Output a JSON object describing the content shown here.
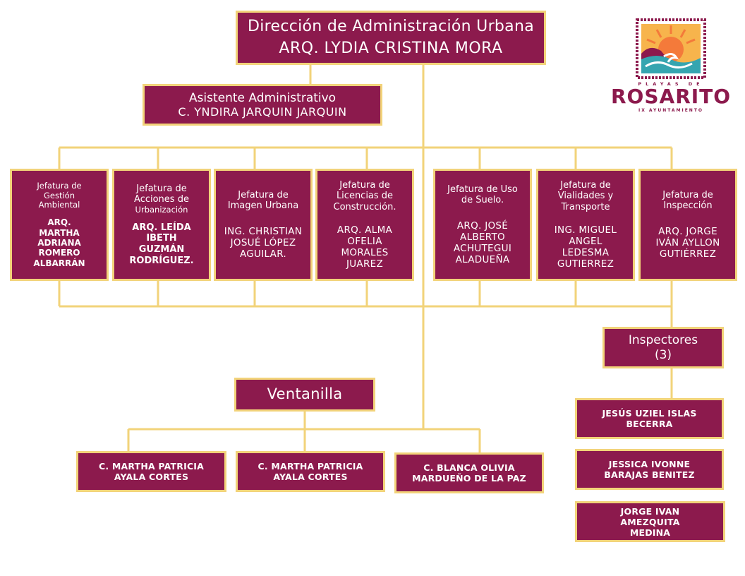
{
  "director": {
    "title": "Dirección de Administración Urbana",
    "name": "ARQ. LYDIA CRISTINA MORA"
  },
  "assistant": {
    "title": "Asistente Administrativo",
    "name": "C. YNDIRA JARQUIN JARQUIN"
  },
  "departments": [
    {
      "title": [
        "Jefatura de",
        "Gestión",
        "Ambiental"
      ],
      "name": [
        "ARQ.",
        "MARTHA",
        "ADRIANA",
        "ROMERO",
        "ALBARRÁN"
      ]
    },
    {
      "title": [
        "Jefatura de",
        "Acciones de",
        "Urbanización"
      ],
      "name": [
        "ARQ. LEÍDA",
        "IBETH",
        "GUZMÁN",
        "RODRÍGUEZ."
      ]
    },
    {
      "title": [
        "Jefatura de",
        "Imagen Urbana"
      ],
      "name": [
        "ING. CHRISTIAN",
        "JOSUÉ LÓPEZ",
        "AGUILAR."
      ]
    },
    {
      "title": [
        "Jefatura de",
        "Licencias de",
        "Construcción."
      ],
      "name": [
        "ARQ. ALMA",
        "OFELIA",
        "MORALES",
        "JUAREZ"
      ]
    },
    {
      "title": [
        "Jefatura de Uso",
        "de Suelo."
      ],
      "name": [
        "ARQ. JOSÉ",
        "ALBERTO",
        "ACHUTEGUI",
        "ALADUEÑA"
      ]
    },
    {
      "title": [
        "Jefatura de",
        "Vialidades y",
        "Transporte"
      ],
      "name": [
        "ING. MIGUEL",
        "ANGEL",
        "LEDESMA",
        "GUTIERREZ"
      ]
    },
    {
      "title": [
        "Jefatura de",
        "Inspección"
      ],
      "name": [
        "ARQ. JORGE",
        "IVÁN  AYLLON",
        "GUTIÉRREZ"
      ]
    }
  ],
  "inspectors": {
    "title": "Inspectores",
    "count": "(3)",
    "members": [
      [
        "JESÚS UZIEL ISLAS",
        "BECERRA"
      ],
      [
        "JESSICA IVONNE",
        "BARAJAS BENITEZ"
      ],
      [
        "JORGE IVAN",
        "AMEZQUITA",
        "MEDINA"
      ]
    ]
  },
  "ventanilla": {
    "title": "Ventanilla",
    "members": [
      [
        "C. MARTHA PATRICIA",
        "AYALA CORTES"
      ],
      [
        "C. MARTHA PATRICIA",
        "AYALA CORTES"
      ],
      [
        "C. BLANCA OLIVIA",
        "MARDUEÑO  DE LA PAZ"
      ]
    ]
  },
  "logo": {
    "top": "PLAYAS DE",
    "main": "ROSARITO",
    "sub": "IX AYUNTAMIENTO"
  },
  "colors": {
    "box": "#8c1a4d",
    "border": "#f2d37a",
    "line": "#f2d37a"
  }
}
